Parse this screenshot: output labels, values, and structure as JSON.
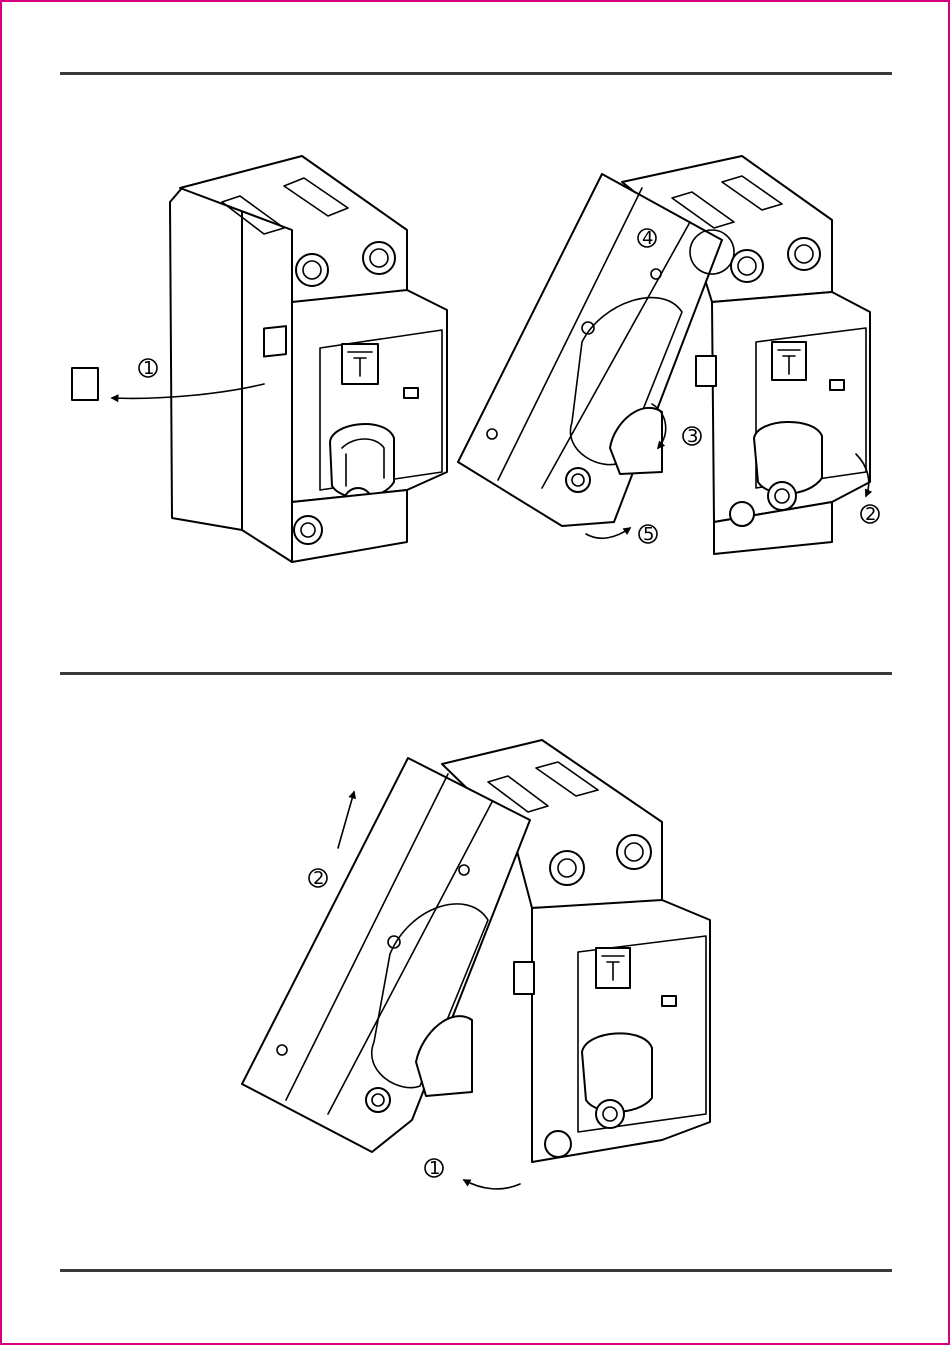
{
  "figure_1": {
    "callouts": [
      "1",
      "2",
      "3",
      "4",
      "5"
    ]
  },
  "figure_2": {
    "callouts": [
      "2",
      "1"
    ]
  },
  "colors": {
    "border": "#d6007e",
    "rule": "#3a3a3a",
    "line": "#000000"
  }
}
